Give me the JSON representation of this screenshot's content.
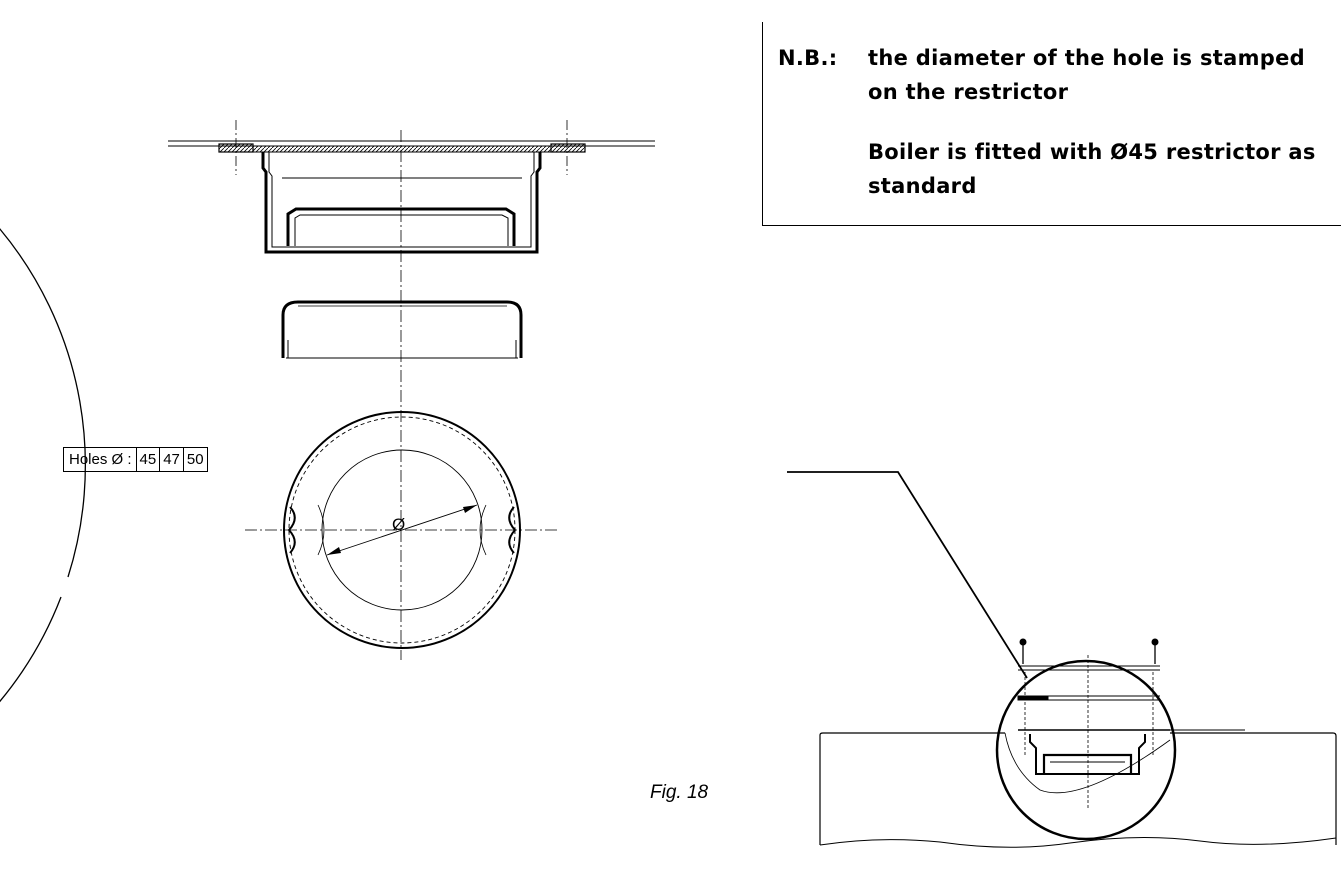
{
  "note": {
    "label": "N.B.:",
    "line1": "the diameter of the hole is stamped",
    "line2": "on the restrictor",
    "line3": "Boiler is fitted with Ø45 restrictor as",
    "line4": "standard"
  },
  "holes_table": {
    "label": "Holes Ø :",
    "values": [
      "45",
      "47",
      "50"
    ]
  },
  "diameter_symbol": "Ø",
  "figure_caption": "Fig. 18"
}
